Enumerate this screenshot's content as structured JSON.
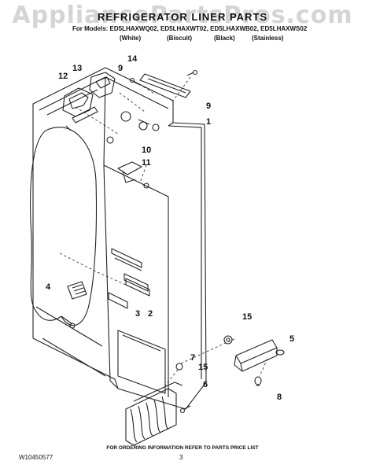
{
  "watermark": "AppliancePartsPros.com",
  "header": {
    "title": "REFRIGERATOR LINER PARTS",
    "models": "For Models: ED5LHAXWQ02, ED5LHAXWT02, ED5LHAXWB02, ED5LHAXWS02",
    "colors": [
      "(White)",
      "(Biscuit)",
      "(Black)",
      "(Stainless)"
    ]
  },
  "callouts": [
    "1",
    "2",
    "3",
    "4",
    "5",
    "6",
    "7",
    "8",
    "9",
    "9",
    "10",
    "11",
    "12",
    "13",
    "14",
    "15",
    "15"
  ],
  "footer": {
    "note": "FOR ORDERING INFORMATION REFER TO PARTS PRICE LIST",
    "doc_number": "W10450577",
    "page": "3"
  }
}
